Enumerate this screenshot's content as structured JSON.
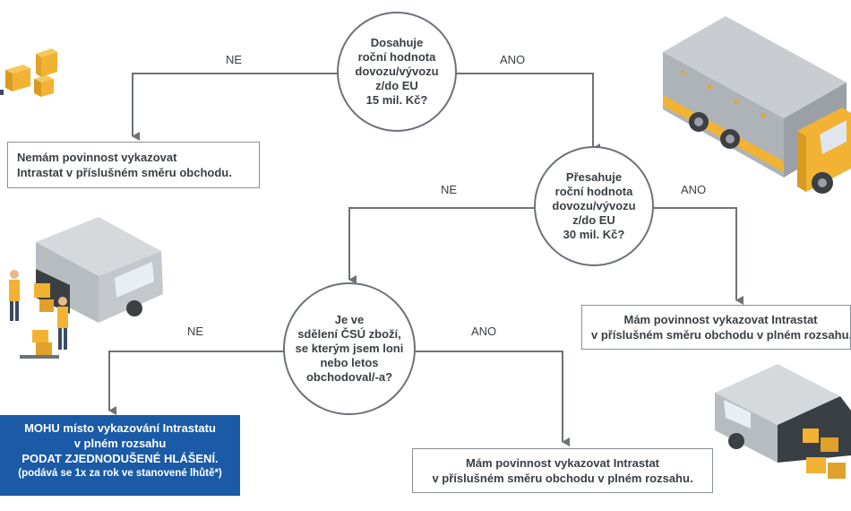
{
  "q1": {
    "text": "Dosahuje\nroční hodnota\ndovozu/vývozu\nz/do EU\n15 mil. Kč?"
  },
  "q2": {
    "text": "Přesahuje\nroční hodnota\ndovozu/vývozu\nz/do EU\n30 mil. Kč?"
  },
  "q3": {
    "text": "Je ve\nsdělení ČSÚ zboží,\nse kterým jsem loni\nnebo letos\nobchodoval/-a?"
  },
  "labels": {
    "ne1": "NE",
    "ano1": "ANO",
    "ne2": "NE",
    "ano2": "ANO",
    "ne3": "NE",
    "ano3": "ANO"
  },
  "outcome_no_obligation": "Nemám povinnost vykazovat\nIntrastat v příslušném směru obchodu.",
  "outcome_full_right": "Mám povinnost vykazovat Intrastat\nv příslušném směru obchodu v plném rozsahu.",
  "outcome_full_bottom": "Mám povinnost vykazovat Intrastat\nv příslušném směru obchodu v plném rozsahu.",
  "simplified": {
    "line1": "MOHU místo vykazování Intrastatu",
    "line2": "v plném rozsahu",
    "line3": "PODAT ZJEDNODUŠENÉ HLÁŠENÍ.",
    "line4": "(podává se 1x za rok ve stanovené lhůtě*)"
  },
  "colors": {
    "accent_blue": "#1a5aa6",
    "line_gray": "#6d7278",
    "truck_yellow": "#f2b233",
    "truck_gray": "#aeb3b8"
  }
}
